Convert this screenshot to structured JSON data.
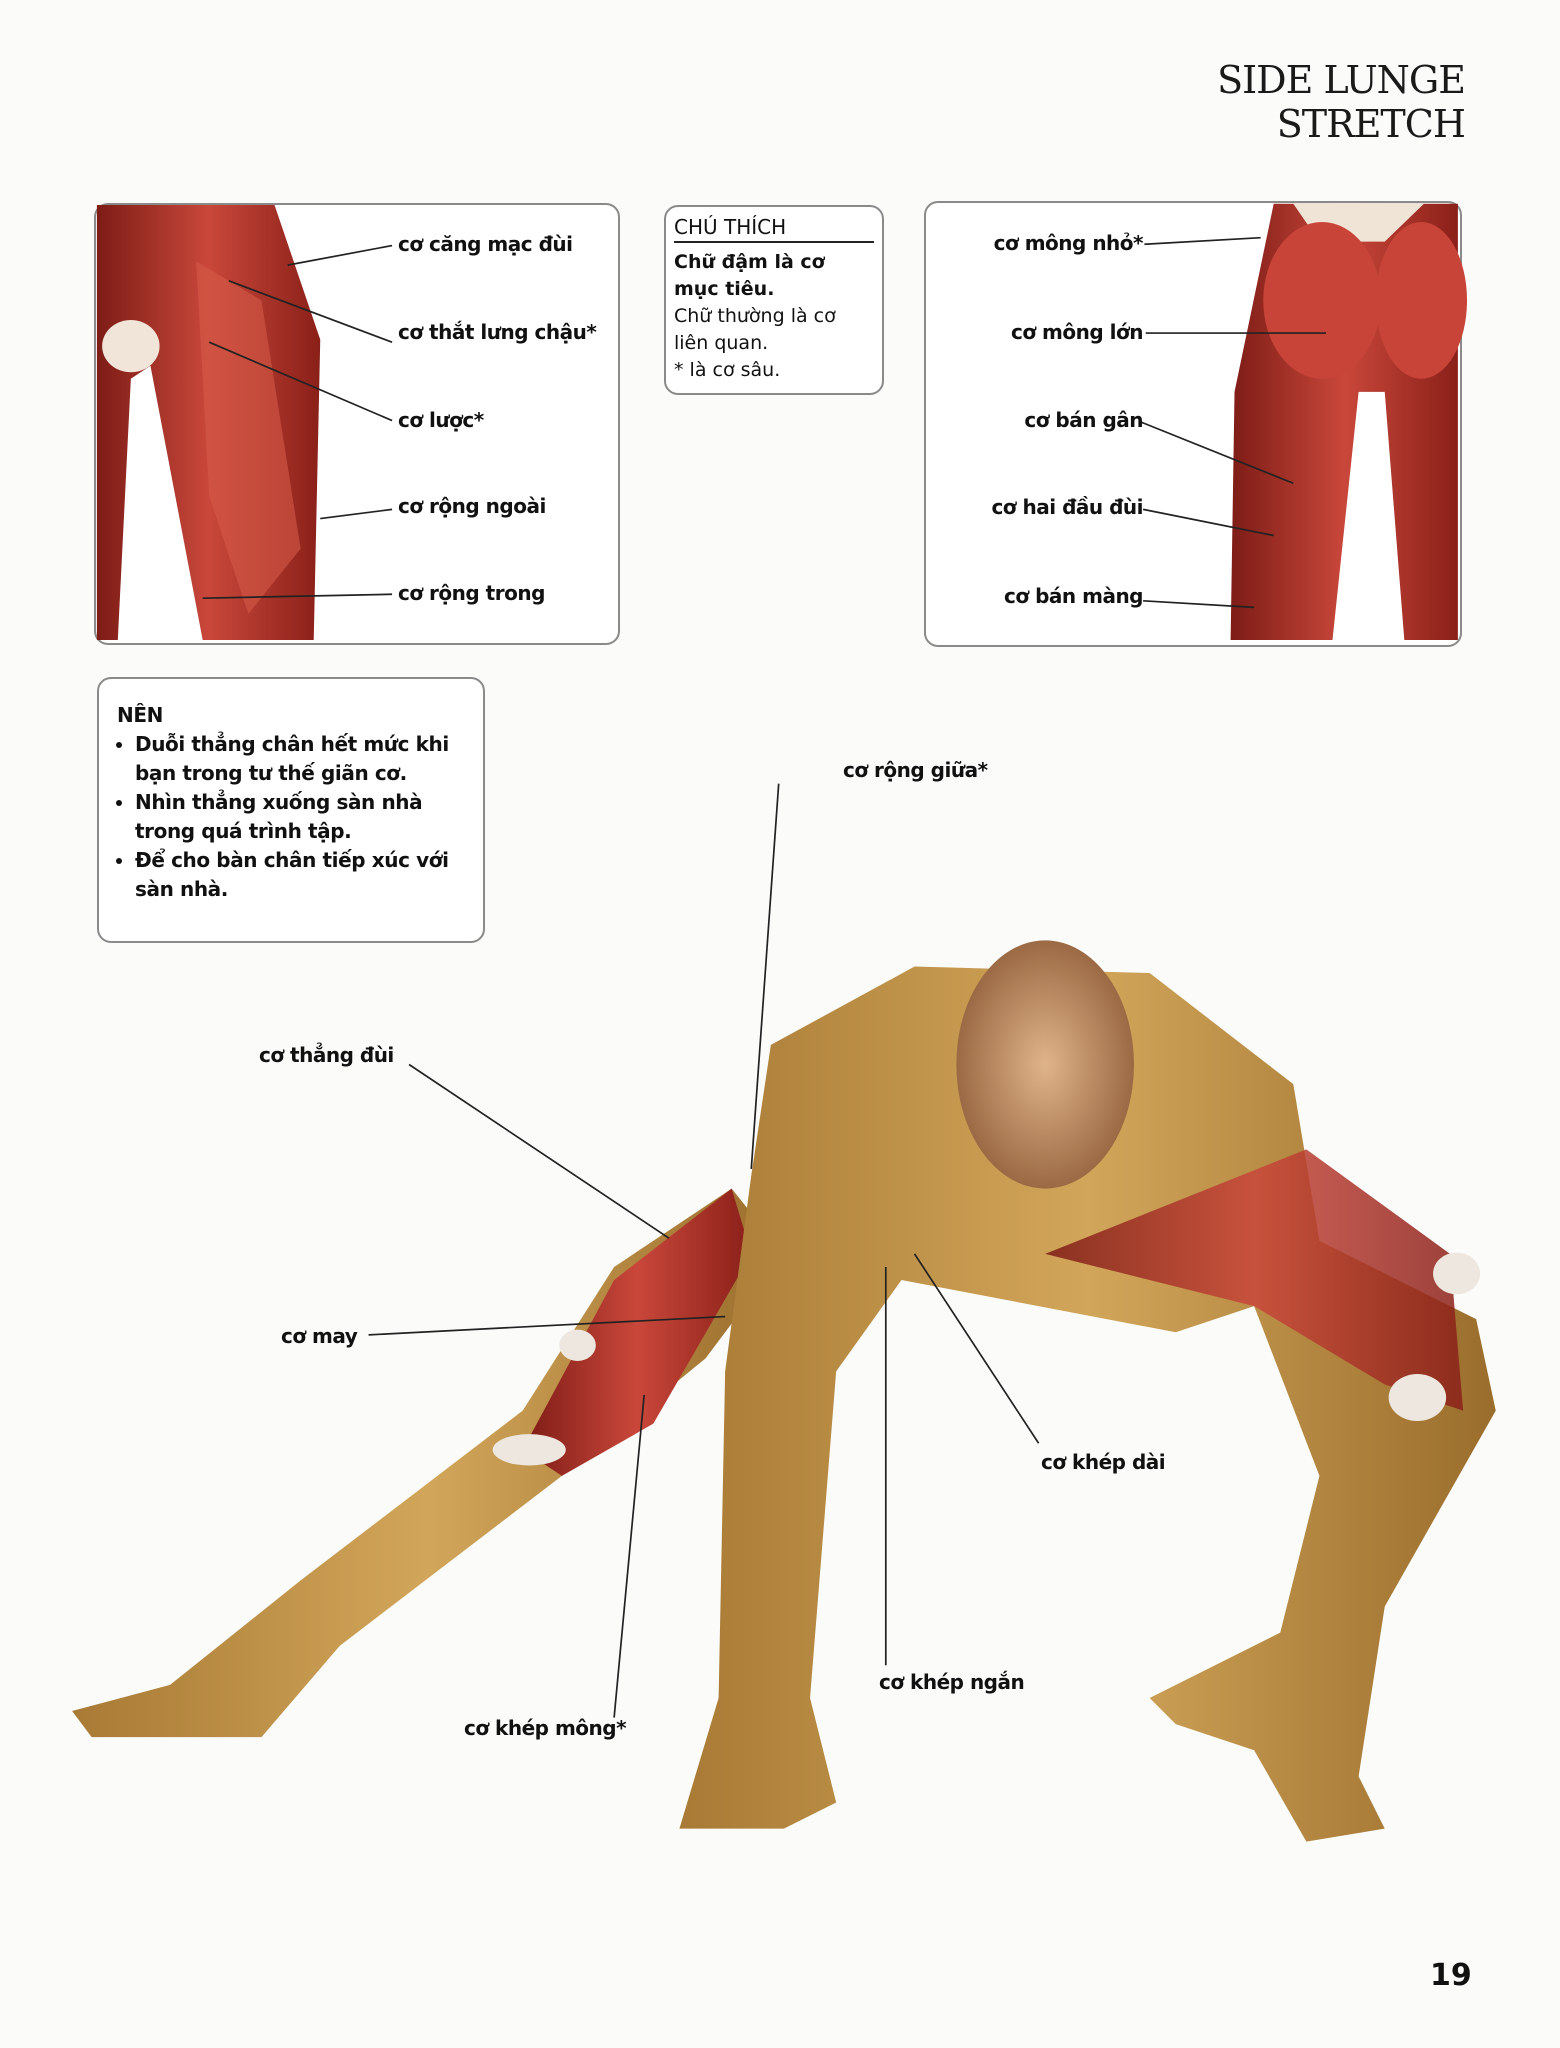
{
  "header": {
    "title": "SIDE LUNGE STRETCH"
  },
  "front_thigh_panel": {
    "labels": [
      "cơ căng mạc đùi",
      "cơ thắt lưng chậu*",
      "cơ lược*",
      "cơ rộng ngoài",
      "cơ rộng trong"
    ]
  },
  "legend": {
    "title": "CHÚ THÍCH",
    "lines": [
      "Chữ đậm là cơ mục tiêu.",
      "Chữ thường là cơ liên quan.",
      "* là cơ sâu."
    ]
  },
  "back_thigh_panel": {
    "labels": [
      "cơ mông nhỏ*",
      "cơ mông lớn",
      "cơ bán gân",
      "cơ hai đầu đùi",
      "cơ bán màng"
    ]
  },
  "do_box": {
    "title": "NÊN",
    "items": [
      "Duỗi thẳng chân hết mức khi bạn trong tư thế giãn cơ.",
      "Nhìn thẳng xuống sàn nhà trong quá trình tập.",
      "Để cho bàn chân tiếp xúc với sàn nhà."
    ]
  },
  "body_labels": {
    "vastus_intermedius": "cơ rộng giữa*",
    "rectus_femoris": "cơ thẳng đùi",
    "sartorius": "cơ may",
    "adductor_longus": "cơ khép dài",
    "adductor_brevis": "cơ khép ngắn",
    "gracilis": "cơ khép mông*"
  },
  "footer": {
    "page_number": "19"
  },
  "colors": {
    "muscle": "#b8332a",
    "skin": "#c79a4a",
    "border": "#8a8a8a"
  }
}
